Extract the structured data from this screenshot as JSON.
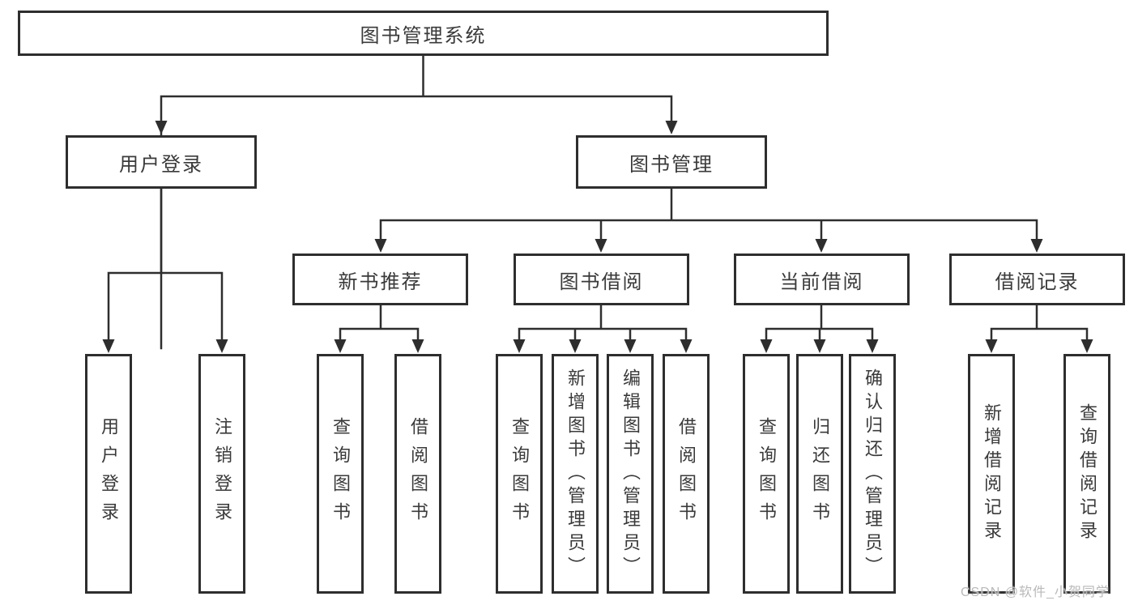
{
  "diagram": {
    "title": "图书管理系统",
    "nodes": {
      "root": "图书管理系统",
      "user_login": "用户登录",
      "book_mgmt": "图书管理",
      "new_books": "新书推荐",
      "book_borrow": "图书借阅",
      "current_borrow": "当前借阅",
      "borrow_records": "借阅记录",
      "leaves": {
        "user_login": [
          "用户登录",
          "注销登录"
        ],
        "new_books": [
          "查询图书",
          "借阅图书"
        ],
        "book_borrow": [
          "查询图书",
          "新增图书（管理员）",
          "编辑图书（管理员）",
          "借阅图书"
        ],
        "current_borrow": [
          "查询图书",
          "归还图书",
          "确认归还（管理员）"
        ],
        "borrow_records": [
          "新增借阅记录",
          "查询借阅记录"
        ]
      }
    },
    "watermark": "CSDN @软件_小贺同学",
    "colors": {
      "line": "#2e2e2e",
      "text": "#3a3a3a",
      "watermark": "#b9b9b9",
      "background": "#ffffff"
    }
  }
}
